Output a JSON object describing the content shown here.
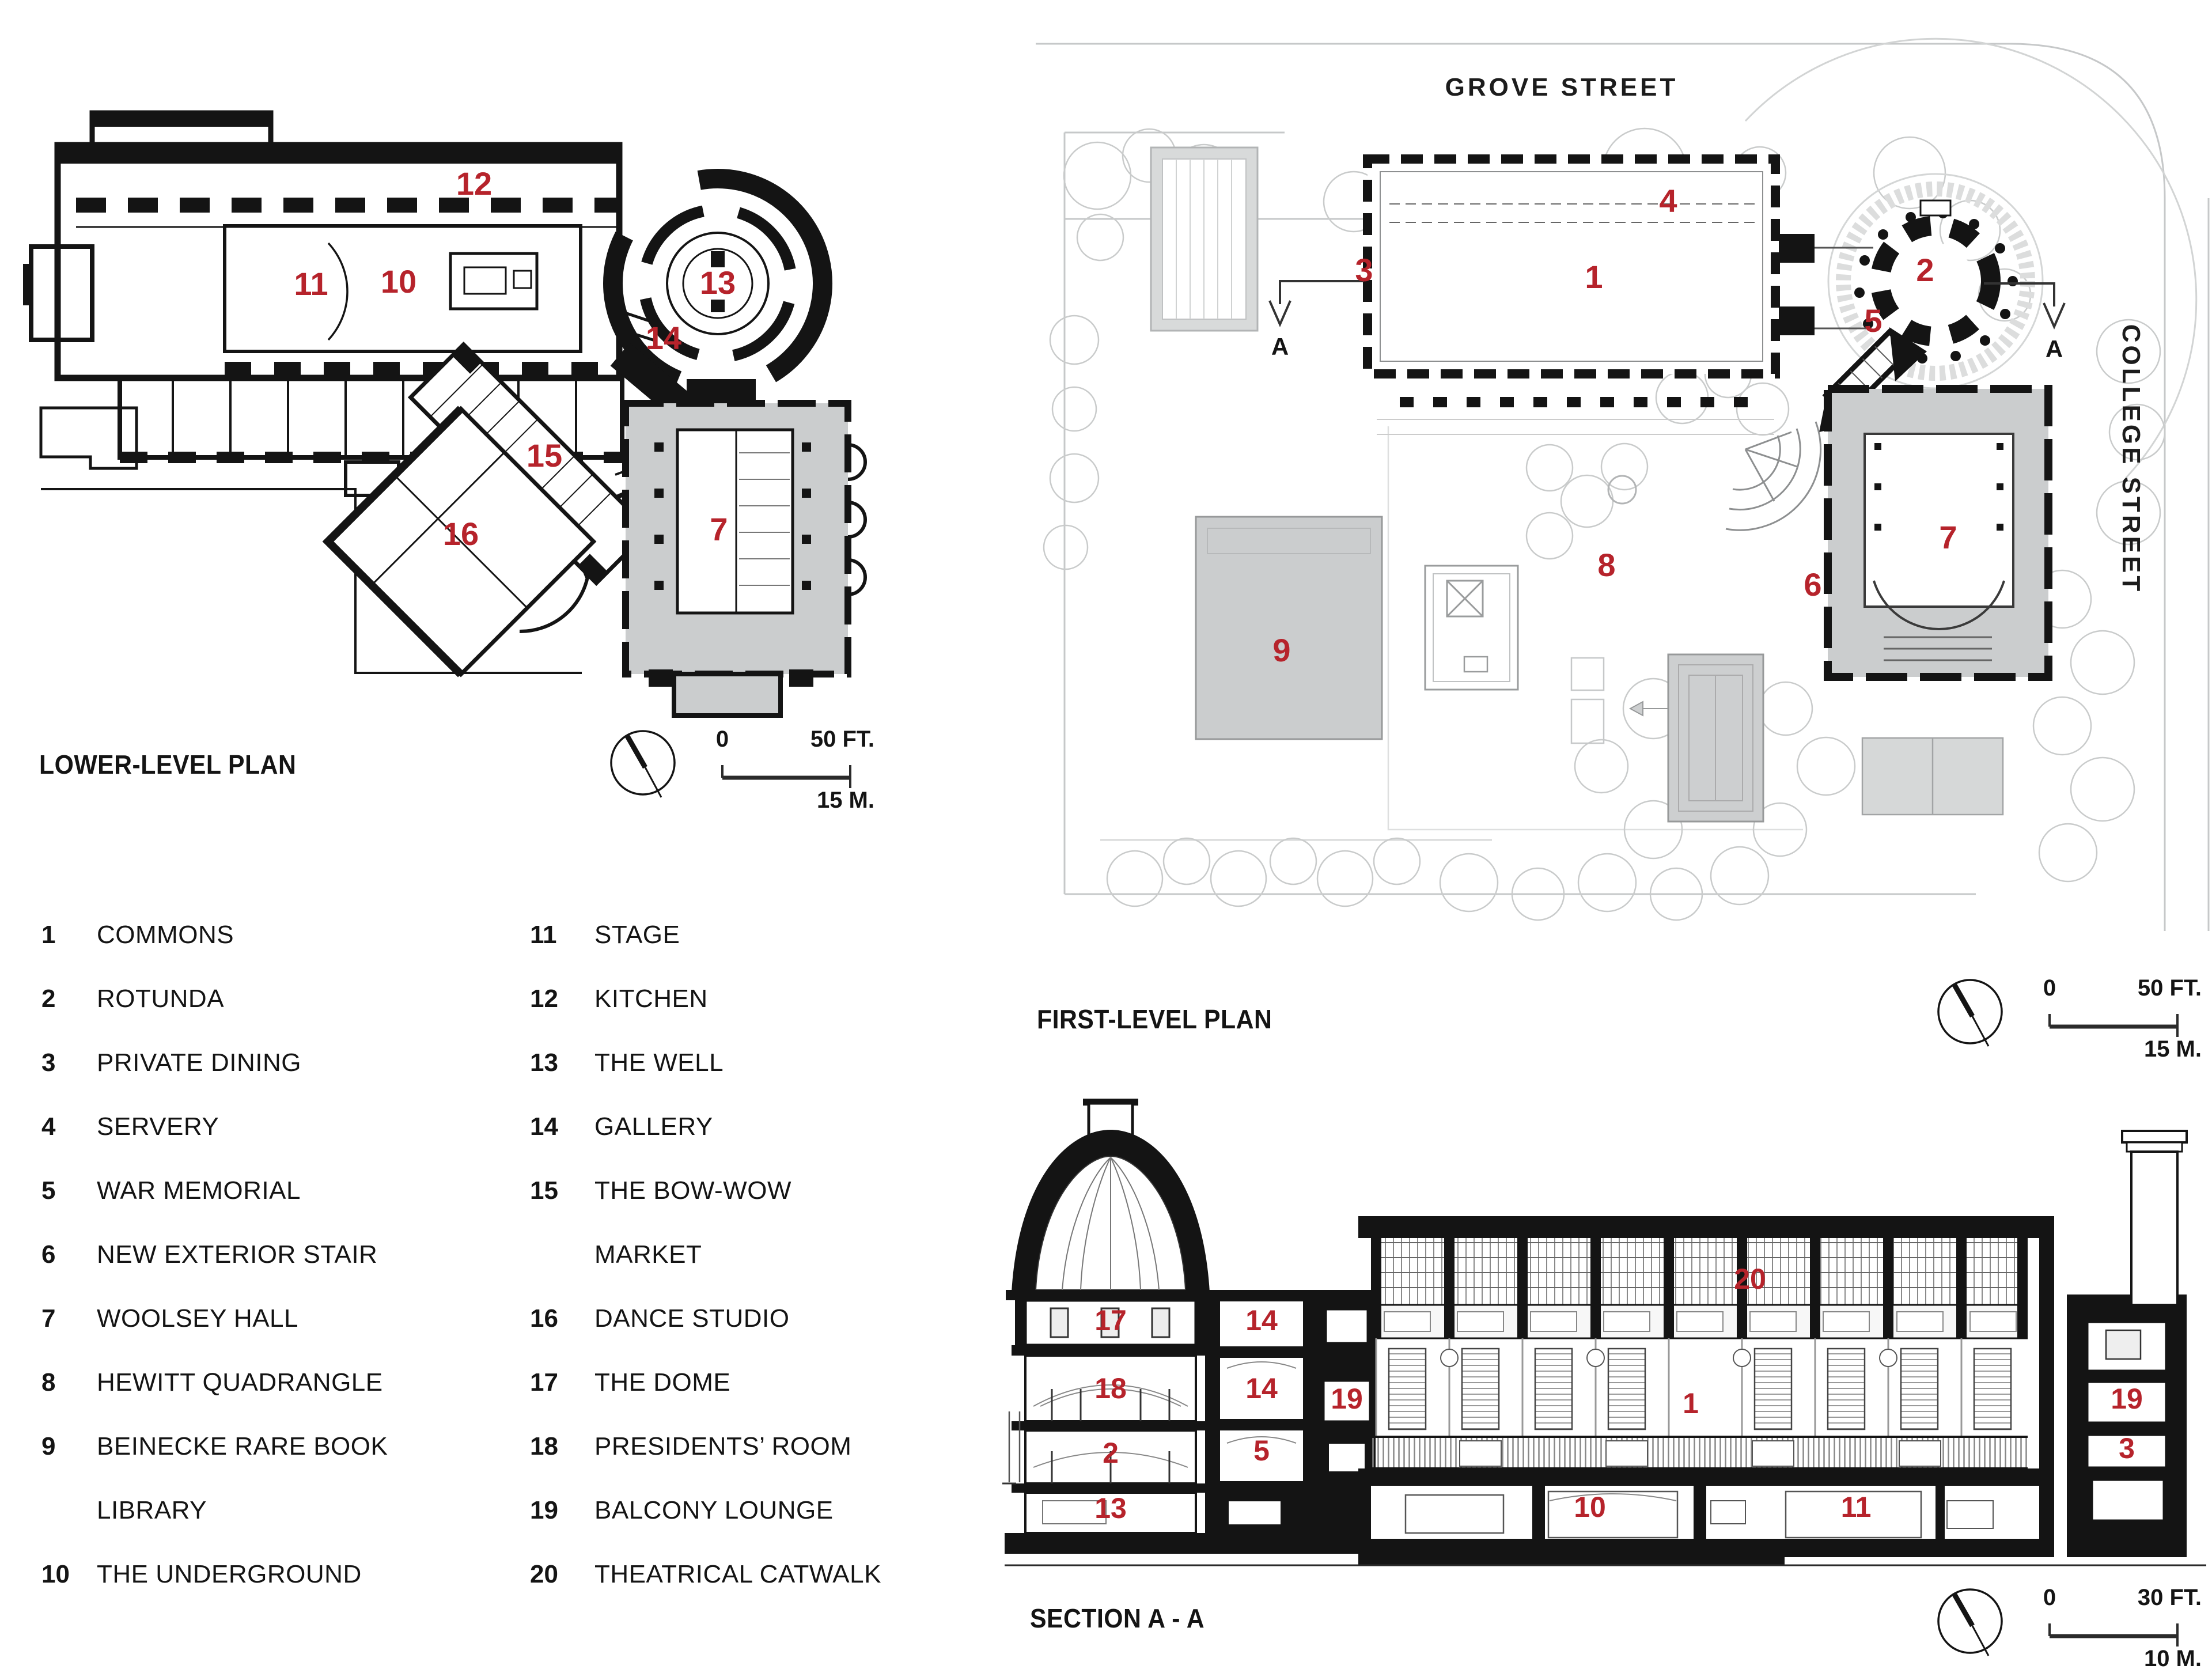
{
  "palette": {
    "accent_red": "#b6232b",
    "ink_black": "#141414",
    "building_gray": "#cbcdce",
    "light_line_gray": "#c6c8c9"
  },
  "titles": {
    "lower_plan": "LOWER-LEVEL PLAN",
    "first_plan": "FIRST-LEVEL PLAN",
    "section": "SECTION A - A"
  },
  "streets": {
    "top": "GROVE STREET",
    "right": "COLLEGE STREET"
  },
  "section_cut": {
    "marker": "A"
  },
  "scalebars": {
    "plan": {
      "zero": "0",
      "feet": "50 FT.",
      "meters": "15 M."
    },
    "section": {
      "zero": "0",
      "feet": "30 FT.",
      "meters": "10 M."
    }
  },
  "numbers": {
    "n1": "1",
    "n2": "2",
    "n3": "3",
    "n4": "4",
    "n5": "5",
    "n6": "6",
    "n7": "7",
    "n8": "8",
    "n9": "9",
    "n10": "10",
    "n11": "11",
    "n12": "12",
    "n13": "13",
    "n14": "14",
    "n15": "15",
    "n16": "16",
    "n17": "17",
    "n18": "18",
    "n19": "19",
    "n20": "20"
  },
  "legend": {
    "items": [
      {
        "num": "1",
        "label": "COMMONS"
      },
      {
        "num": "2",
        "label": "ROTUNDA"
      },
      {
        "num": "3",
        "label": "PRIVATE DINING"
      },
      {
        "num": "4",
        "label": "SERVERY"
      },
      {
        "num": "5",
        "label": "WAR MEMORIAL"
      },
      {
        "num": "6",
        "label": "NEW EXTERIOR STAIR"
      },
      {
        "num": "7",
        "label": "WOOLSEY HALL"
      },
      {
        "num": "8",
        "label": "HEWITT QUADRANGLE"
      },
      {
        "num": "9",
        "label": "BEINECKE RARE BOOK",
        "label2": "LIBRARY"
      },
      {
        "num": "10",
        "label": "THE UNDERGROUND"
      },
      {
        "num": "11",
        "label": "STAGE"
      },
      {
        "num": "12",
        "label": "KITCHEN"
      },
      {
        "num": "13",
        "label": "THE WELL"
      },
      {
        "num": "14",
        "label": "GALLERY"
      },
      {
        "num": "15",
        "label": "THE BOW-WOW",
        "label2": "MARKET"
      },
      {
        "num": "16",
        "label": "DANCE STUDIO"
      },
      {
        "num": "17",
        "label": "THE DOME"
      },
      {
        "num": "18",
        "label": "PRESIDENTS’ ROOM"
      },
      {
        "num": "19",
        "label": "BALCONY LOUNGE"
      },
      {
        "num": "20",
        "label": "THEATRICAL CATWALK"
      }
    ]
  }
}
